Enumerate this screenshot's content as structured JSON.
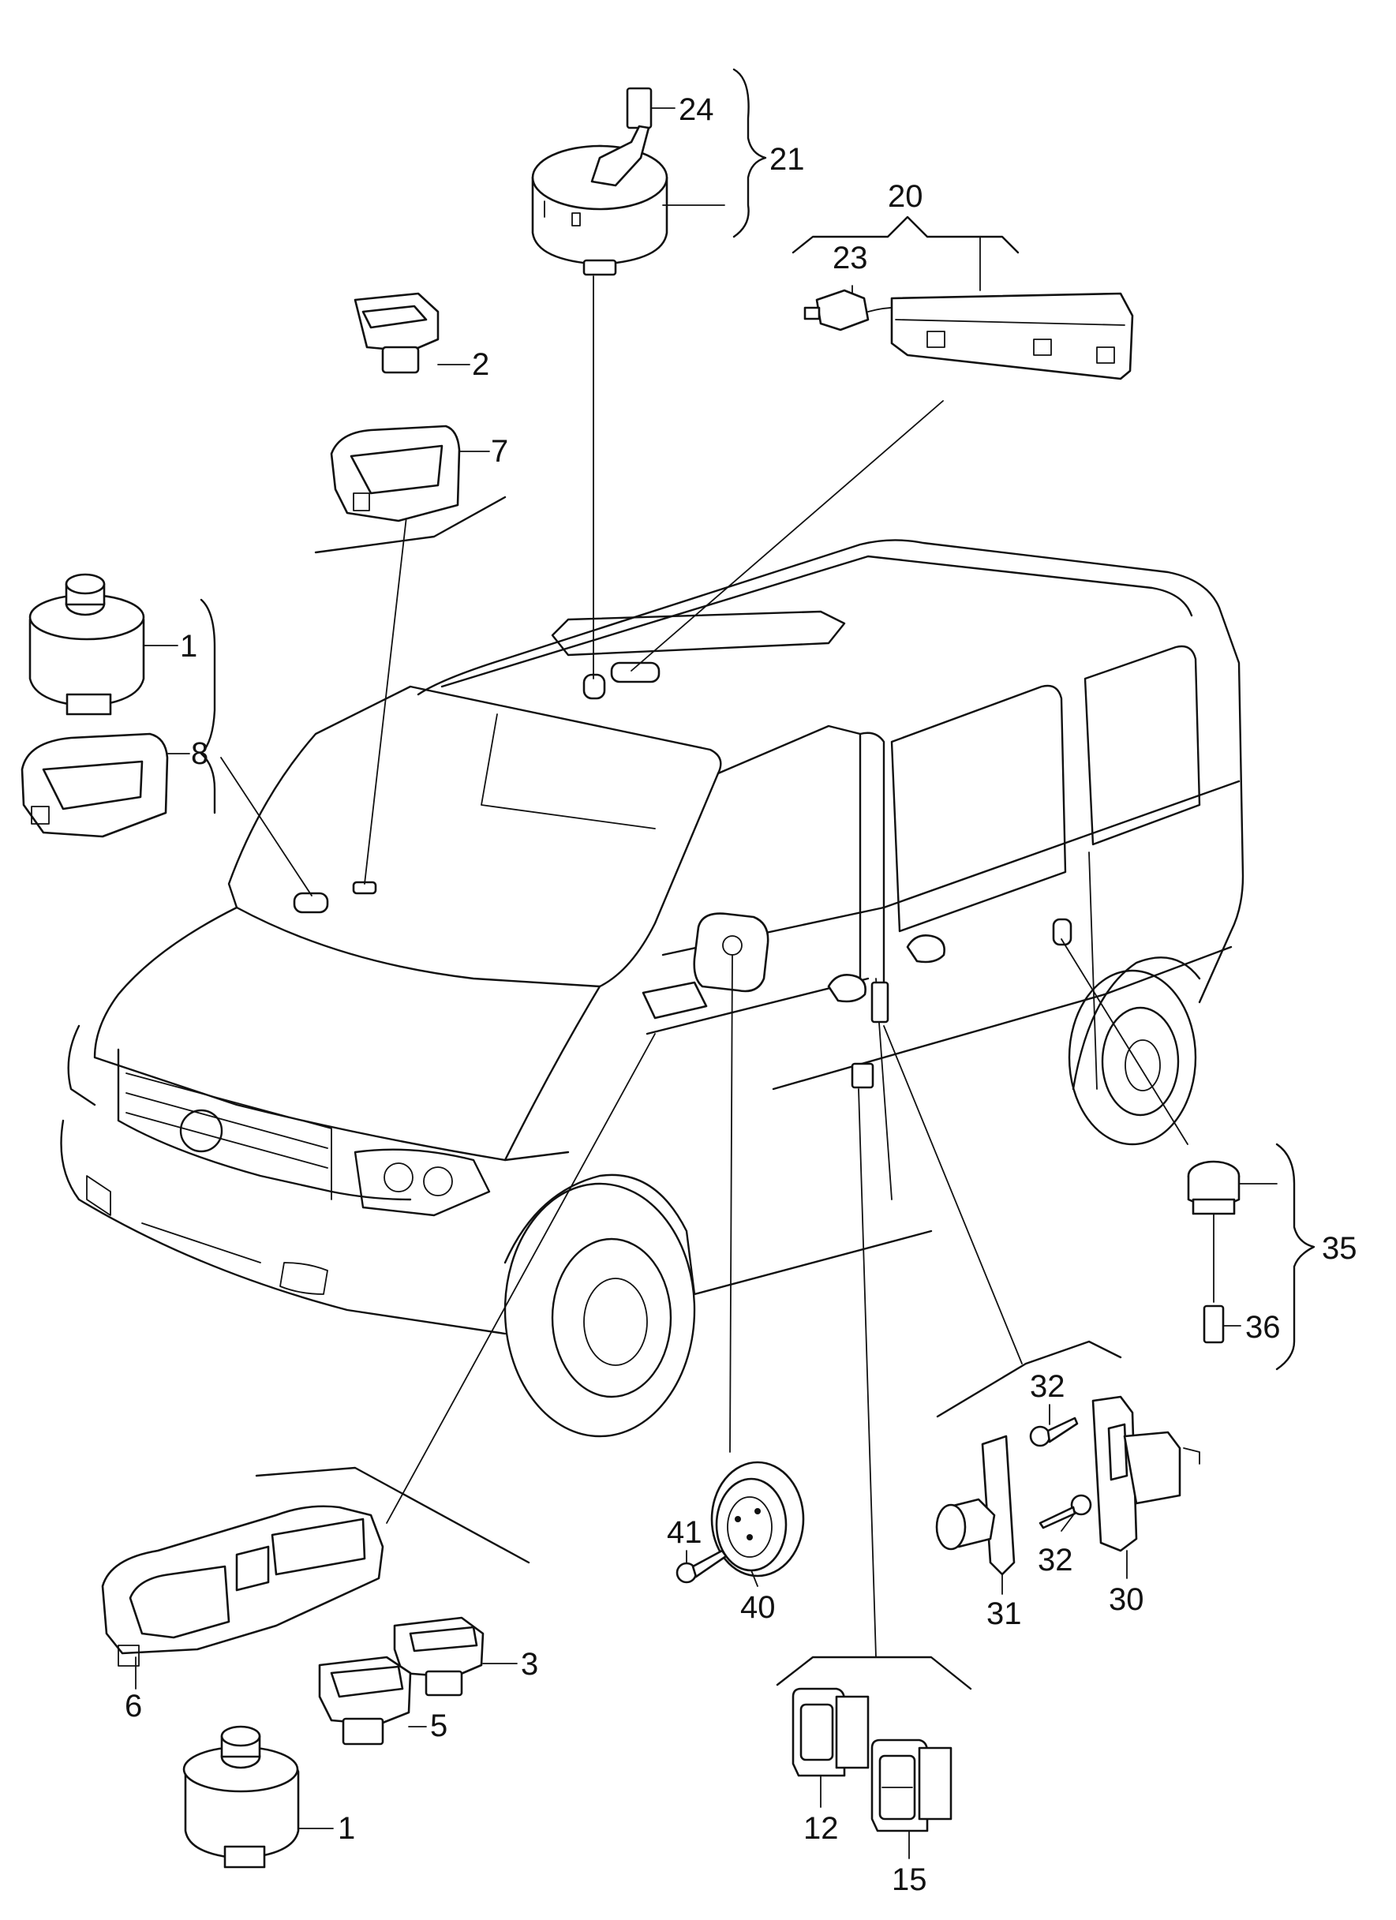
{
  "colors": {
    "ink": "#111111",
    "paper": "#ffffff"
  },
  "callouts": {
    "c1_top": "1",
    "c1_bottom": "1",
    "c2": "2",
    "c3": "3",
    "c5": "5",
    "c6": "6",
    "c7": "7",
    "c8": "8",
    "c12": "12",
    "c15": "15",
    "c20": "20",
    "c21": "21",
    "c23": "23",
    "c24": "24",
    "c30": "30",
    "c31": "31",
    "c32_top": "32",
    "c32_bottom": "32",
    "c35": "35",
    "c36": "36",
    "c40": "40",
    "c41": "41"
  }
}
